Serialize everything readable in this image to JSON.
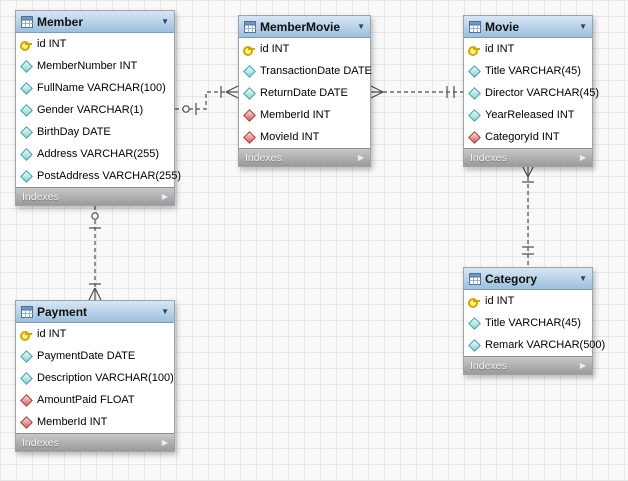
{
  "diagram": {
    "icons": {
      "collapse_arrow": "▼",
      "footer_arrow": "▶"
    },
    "footer_label": "Indexes",
    "colors": {
      "canvas_background": "#f9f9f9",
      "grid_line": "#e7e7e7",
      "header_gradient_top": "#d8e6f4",
      "header_gradient_bottom": "#9cc0dd",
      "footer_gradient_top": "#c8c8c8",
      "footer_gradient_bottom": "#9a9a9a",
      "primary_key_icon": "#d2a800",
      "attribute_icon": "#3d9b9e",
      "foreign_key_icon": "#a23131",
      "connector_line": "#4d4d4d"
    },
    "tables": [
      {
        "name": "Member",
        "columns": [
          {
            "icon": "key",
            "label": "id INT"
          },
          {
            "icon": "attr",
            "label": "MemberNumber INT"
          },
          {
            "icon": "attr",
            "label": "FullName VARCHAR(100)"
          },
          {
            "icon": "attr",
            "label": "Gender VARCHAR(1)"
          },
          {
            "icon": "attr",
            "label": "BirthDay DATE"
          },
          {
            "icon": "attr",
            "label": "Address VARCHAR(255)"
          },
          {
            "icon": "attr",
            "label": "PostAddress VARCHAR(255)"
          }
        ]
      },
      {
        "name": "MemberMovie",
        "columns": [
          {
            "icon": "key",
            "label": "id INT"
          },
          {
            "icon": "attr",
            "label": "TransactionDate DATE"
          },
          {
            "icon": "attr",
            "label": "ReturnDate DATE"
          },
          {
            "icon": "fk",
            "label": "MemberId INT"
          },
          {
            "icon": "fk",
            "label": "MovieId INT"
          }
        ]
      },
      {
        "name": "Movie",
        "columns": [
          {
            "icon": "key",
            "label": "id INT"
          },
          {
            "icon": "attr",
            "label": "Title VARCHAR(45)"
          },
          {
            "icon": "attr",
            "label": "Director VARCHAR(45)"
          },
          {
            "icon": "attr",
            "label": "YearReleased INT"
          },
          {
            "icon": "fk",
            "label": "CategoryId INT"
          }
        ]
      },
      {
        "name": "Category",
        "columns": [
          {
            "icon": "key",
            "label": "id INT"
          },
          {
            "icon": "attr",
            "label": "Title VARCHAR(45)"
          },
          {
            "icon": "attr",
            "label": "Remark VARCHAR(500)"
          }
        ]
      },
      {
        "name": "Payment",
        "columns": [
          {
            "icon": "key",
            "label": "id INT"
          },
          {
            "icon": "attr",
            "label": "PaymentDate DATE"
          },
          {
            "icon": "attr",
            "label": "Description VARCHAR(100)"
          },
          {
            "icon": "fk",
            "label": "AmountPaid FLOAT"
          },
          {
            "icon": "fk",
            "label": "MemberId INT"
          }
        ]
      }
    ]
  }
}
